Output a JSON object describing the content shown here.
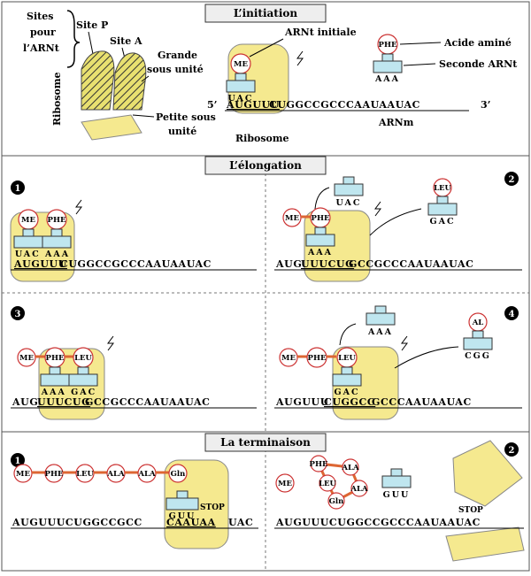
{
  "initiation": {
    "title": "L’initiation",
    "sites_label_1": "Sites",
    "sites_label_2": "pour",
    "sites_label_3": "l’ARNt",
    "site_p": "Site P",
    "site_a": "Site A",
    "grande_1": "Grande",
    "grande_2": "sous unité",
    "petite_1": "Petite sous",
    "petite_2": "unité",
    "ribosome_vertical": "Ribosome",
    "ribosome": "Ribosome",
    "arnt_initiale": "ARNt initiale",
    "me": "ME",
    "anticodon_uac": "UAC",
    "five_prime": "5’",
    "three_prime": "3’",
    "mrna_start": "AUGUUU",
    "mrna_rest": "CUGGCCGCCCAAUAAUAC",
    "arnm": "ARNm",
    "phe": "PHE",
    "anticodon_aaa": "AAA",
    "acide_amine": "Acide aminé",
    "seconde_arnt": "Seconde ARNt"
  },
  "elongation": {
    "title": "L’élongation",
    "step1": {
      "num": "1",
      "aa1": "ME",
      "aa2": "PHE",
      "codons": "UAC AAA",
      "mrna_hl": "AUGUUU",
      "mrna_rest": "CUGGCCGCCCAAUAAUAC"
    },
    "step2": {
      "num": "2",
      "aa1": "ME",
      "aa2": "PHE",
      "leaving": "UAC",
      "anticodon": "AAA",
      "incoming_aa": "LEU",
      "incoming_codon": "GAC",
      "mrna_a": "AUG",
      "mrna_hl": "UUUCUG",
      "mrna_rest": "GCCGCCCAAUAAUAC"
    },
    "step3": {
      "num": "3",
      "aa1": "ME",
      "aa2": "PHE",
      "aa3": "LEU",
      "codons": "AAA GAC",
      "mrna_a": "AUG",
      "mrna_hl": "UUUCUG",
      "mrna_rest": "GCCGCCCAAUAAUAC"
    },
    "step4": {
      "num": "4",
      "aa1": "ME",
      "aa2": "PHE",
      "aa3": "LEU",
      "leaving": "AAA",
      "anticodon": "GAC",
      "incoming_aa": "AL",
      "incoming_codon": "CGG",
      "mrna_a": "AUGUUU",
      "mrna_hl": "CUGGCC",
      "mrna_rest": "GCCCAAUAAUAC"
    }
  },
  "termination": {
    "title": "La terminaison",
    "step1": {
      "num": "1",
      "chain": [
        "ME",
        "PHE",
        "LEU",
        "ALA",
        "ALA",
        "Gln"
      ],
      "anticodon": "GUU",
      "stop": "STOP",
      "mrna_a": "AUGUUUCUGGCCGCC",
      "mrna_hl": "CAAUAA",
      "mrna_rest": "UAC"
    },
    "step2": {
      "num": "2",
      "me": "ME",
      "ring": [
        "PHE",
        "ALA",
        "ALA",
        "Gln",
        "LEU"
      ],
      "trna": "GUU",
      "stop": "STOP",
      "mrna": "AUGUUUCUGGCCGCCCAAUAAUAC"
    }
  }
}
